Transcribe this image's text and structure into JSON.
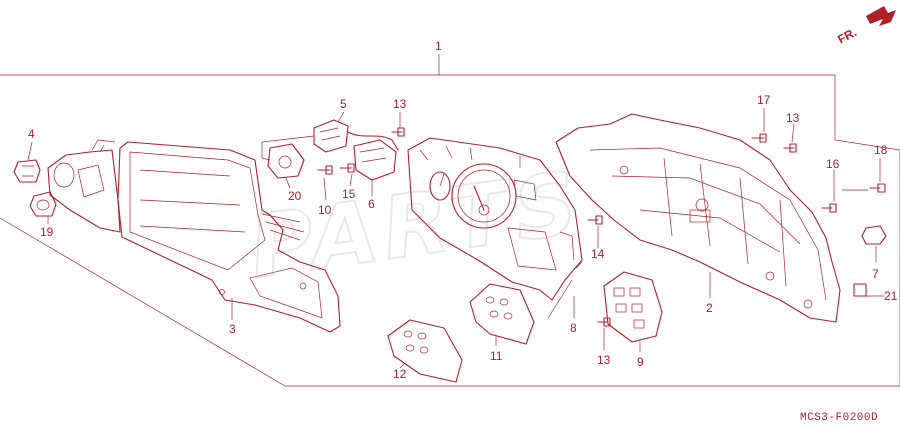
{
  "diagram": {
    "code": "MCS3-F0200D",
    "direction_label": "FR.",
    "watermark": "PARTS",
    "colors": {
      "line": "#b0202a",
      "background": "#ffffff"
    },
    "callouts": {
      "c1": "1",
      "c2": "2",
      "c3": "3",
      "c4": "4",
      "c5": "5",
      "c6": "6",
      "c7": "7",
      "c8": "8",
      "c9": "9",
      "c10": "10",
      "c11": "11",
      "c12": "12",
      "c13a": "13",
      "c13b": "13",
      "c13c": "13",
      "c14": "14",
      "c15": "15",
      "c16": "16",
      "c17": "17",
      "c18": "18",
      "c19": "19",
      "c20": "20",
      "c21": "21"
    }
  }
}
